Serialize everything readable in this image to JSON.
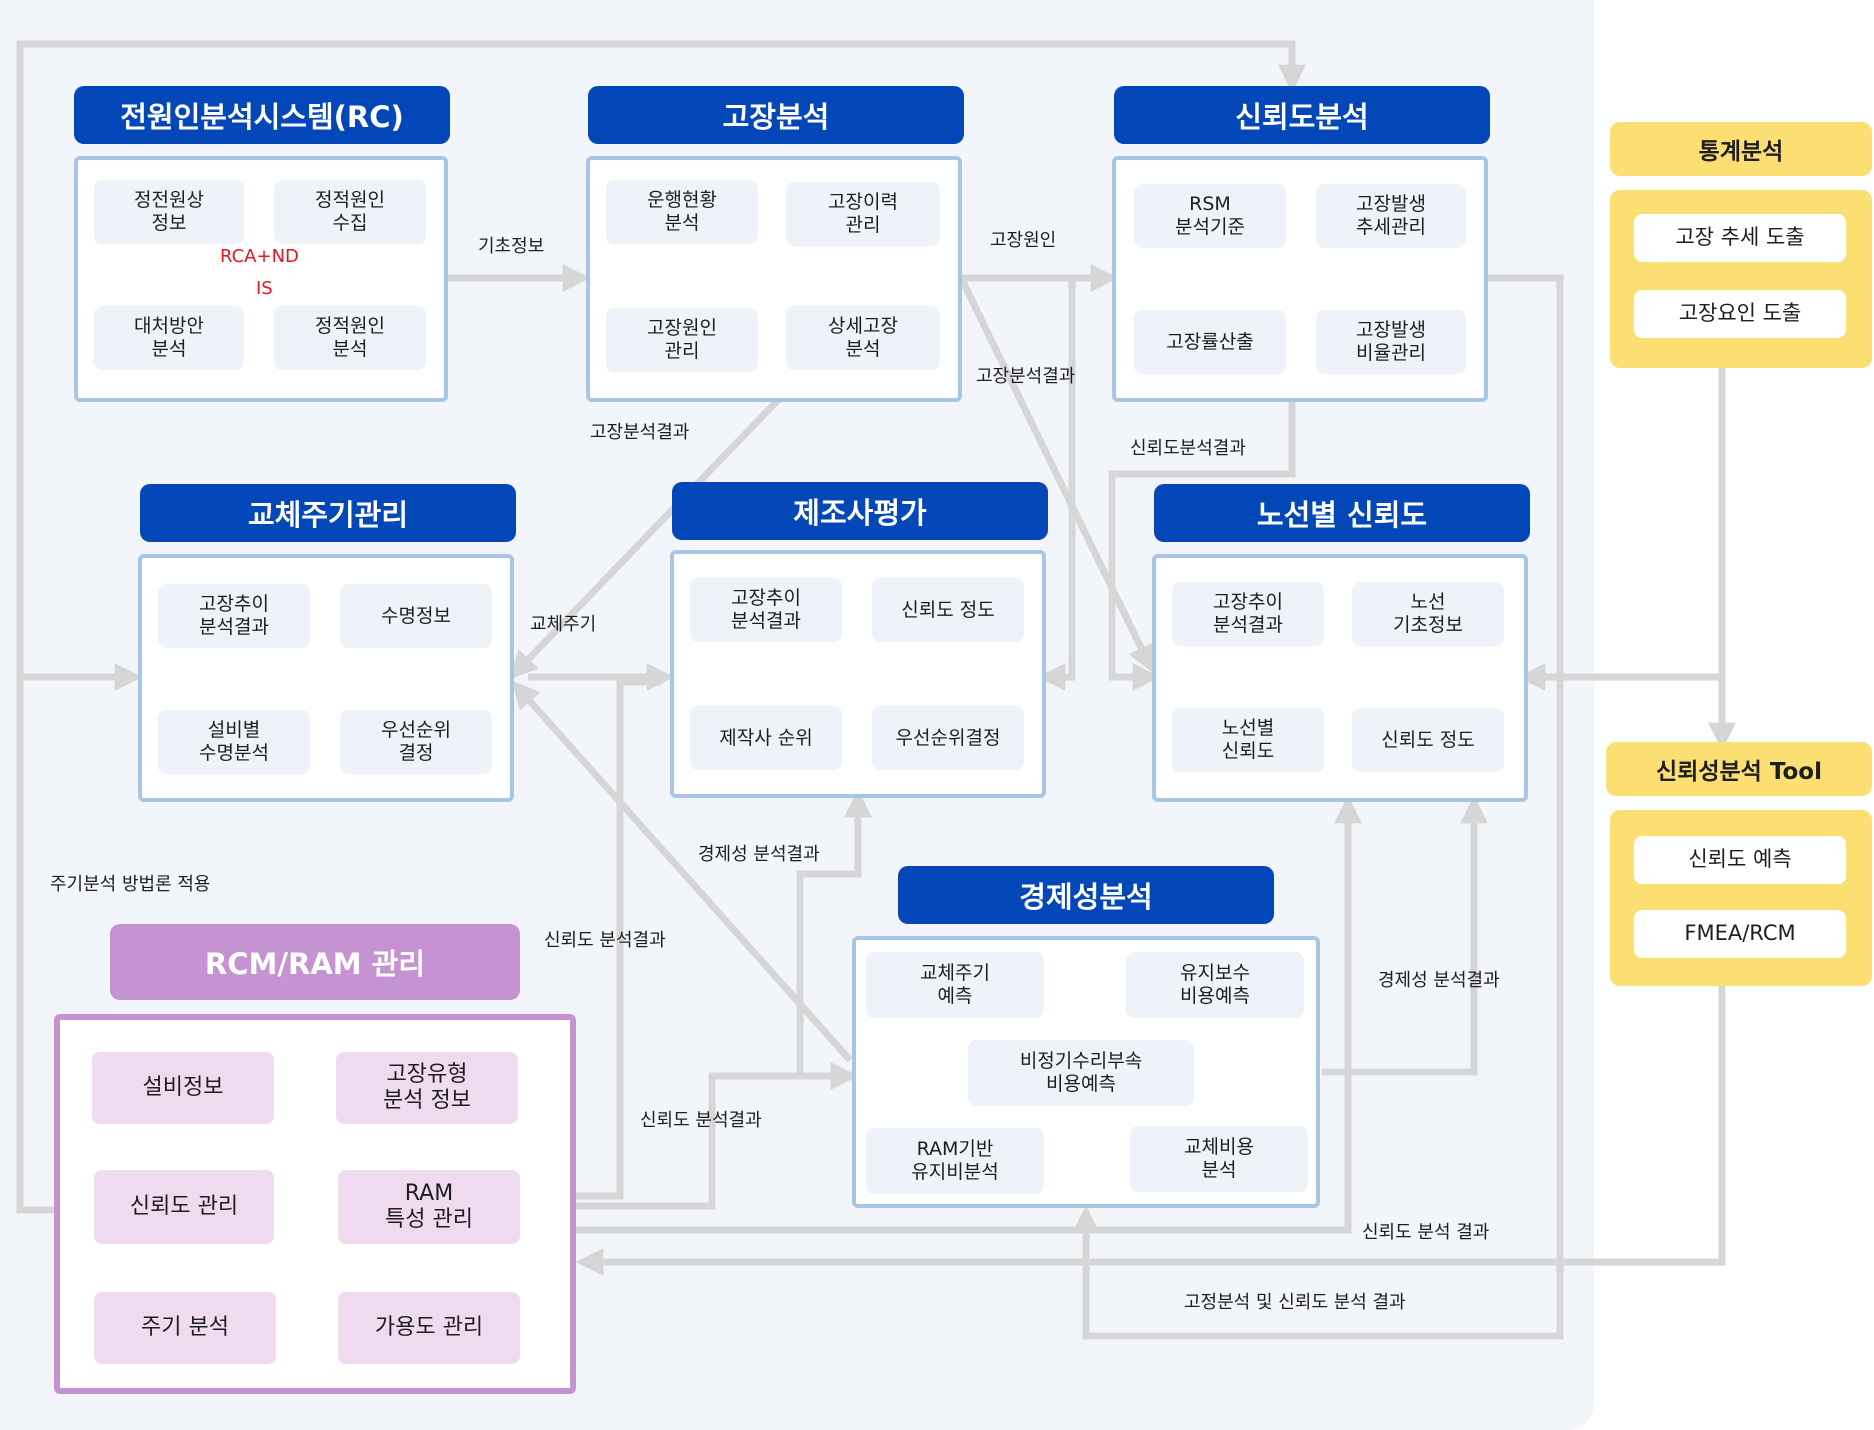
{
  "sections": {
    "rc": {
      "title": "전원인분석시스템(RC)",
      "nodes": [
        "정전원상\n정보",
        "정적원인\n수집",
        "대처방안\n분석",
        "정적원인\n분석"
      ],
      "note1": "RCA+ND",
      "note2": "IS"
    },
    "failure": {
      "title": "고장분석",
      "nodes": [
        "운행현황\n분석",
        "고장이력\n관리",
        "고장원인\n관리",
        "상세고장\n분석"
      ]
    },
    "reliability": {
      "title": "신뢰도분석",
      "nodes": [
        "RSM\n분석기준",
        "고장발생\n추세관리",
        "고장률산출",
        "고장발생\n비율관리"
      ]
    },
    "replacement": {
      "title": "교체주기관리",
      "nodes": [
        "고장추이\n분석결과",
        "수명정보",
        "설비별\n수명분석",
        "우선순위\n결정"
      ]
    },
    "manufacturer": {
      "title": "제조사평가",
      "nodes": [
        "고장추이\n분석결과",
        "신뢰도 정도",
        "제작사 순위",
        "우선순위결정"
      ]
    },
    "route": {
      "title": "노선별 신뢰도",
      "nodes": [
        "고장추이\n분석결과",
        "노선\n기초정보",
        "노선별\n신뢰도",
        "신뢰도 정도"
      ]
    },
    "economic": {
      "title": "경제성분석",
      "nodes": [
        "교체주기\n예측",
        "유지보수\n비용예측",
        "비정기수리부속\n비용예측",
        "RAM기반\n유지비분석",
        "교체비용\n분석"
      ]
    },
    "rcm": {
      "title": "RCM/RAM 관리",
      "nodes": [
        "설비정보",
        "고장유형\n분석 정보",
        "신뢰도 관리",
        "RAM\n특성 관리",
        "주기 분석",
        "가용도 관리"
      ]
    },
    "stats": {
      "title": "통계분석",
      "items": [
        "고장 추세 도출",
        "고장요인 도출"
      ]
    },
    "tool": {
      "title": "신뢰성분석 Tool",
      "items": [
        "신뢰도 예측",
        "FMEA/RCM"
      ]
    }
  },
  "edge_labels": {
    "basic_info": "기초정보",
    "failure_cause": "고장원인",
    "failure_result_1": "고장분석결과",
    "failure_result_2": "고장분석결과",
    "reliability_result": "신뢰도분석결과",
    "replacement_cycle": "교체주기",
    "cycle_method": "주기분석 방법론 적용",
    "econ_result_1": "경제성 분석결과",
    "econ_result_2": "경제성 분석결과",
    "rel_result_1": "신뢰도 분석결과",
    "rel_result_2": "신뢰도 분석결과",
    "rel_result_3": "신뢰도 분석 결과",
    "combined_result": "고정분석 및 신뢰도 분석 결과"
  },
  "colors": {
    "header_blue": "#0447b9",
    "box_border": "#a7c5e4",
    "node_fill": "#eef3f9",
    "rcm_purple": "#c693d2",
    "rcm_node": "#f0daf0",
    "tool_yellow": "#fcdf72",
    "wire_gray": "#d6d6d6",
    "note_red": "#e8141e",
    "panel_bg": "#f2f5f9"
  }
}
